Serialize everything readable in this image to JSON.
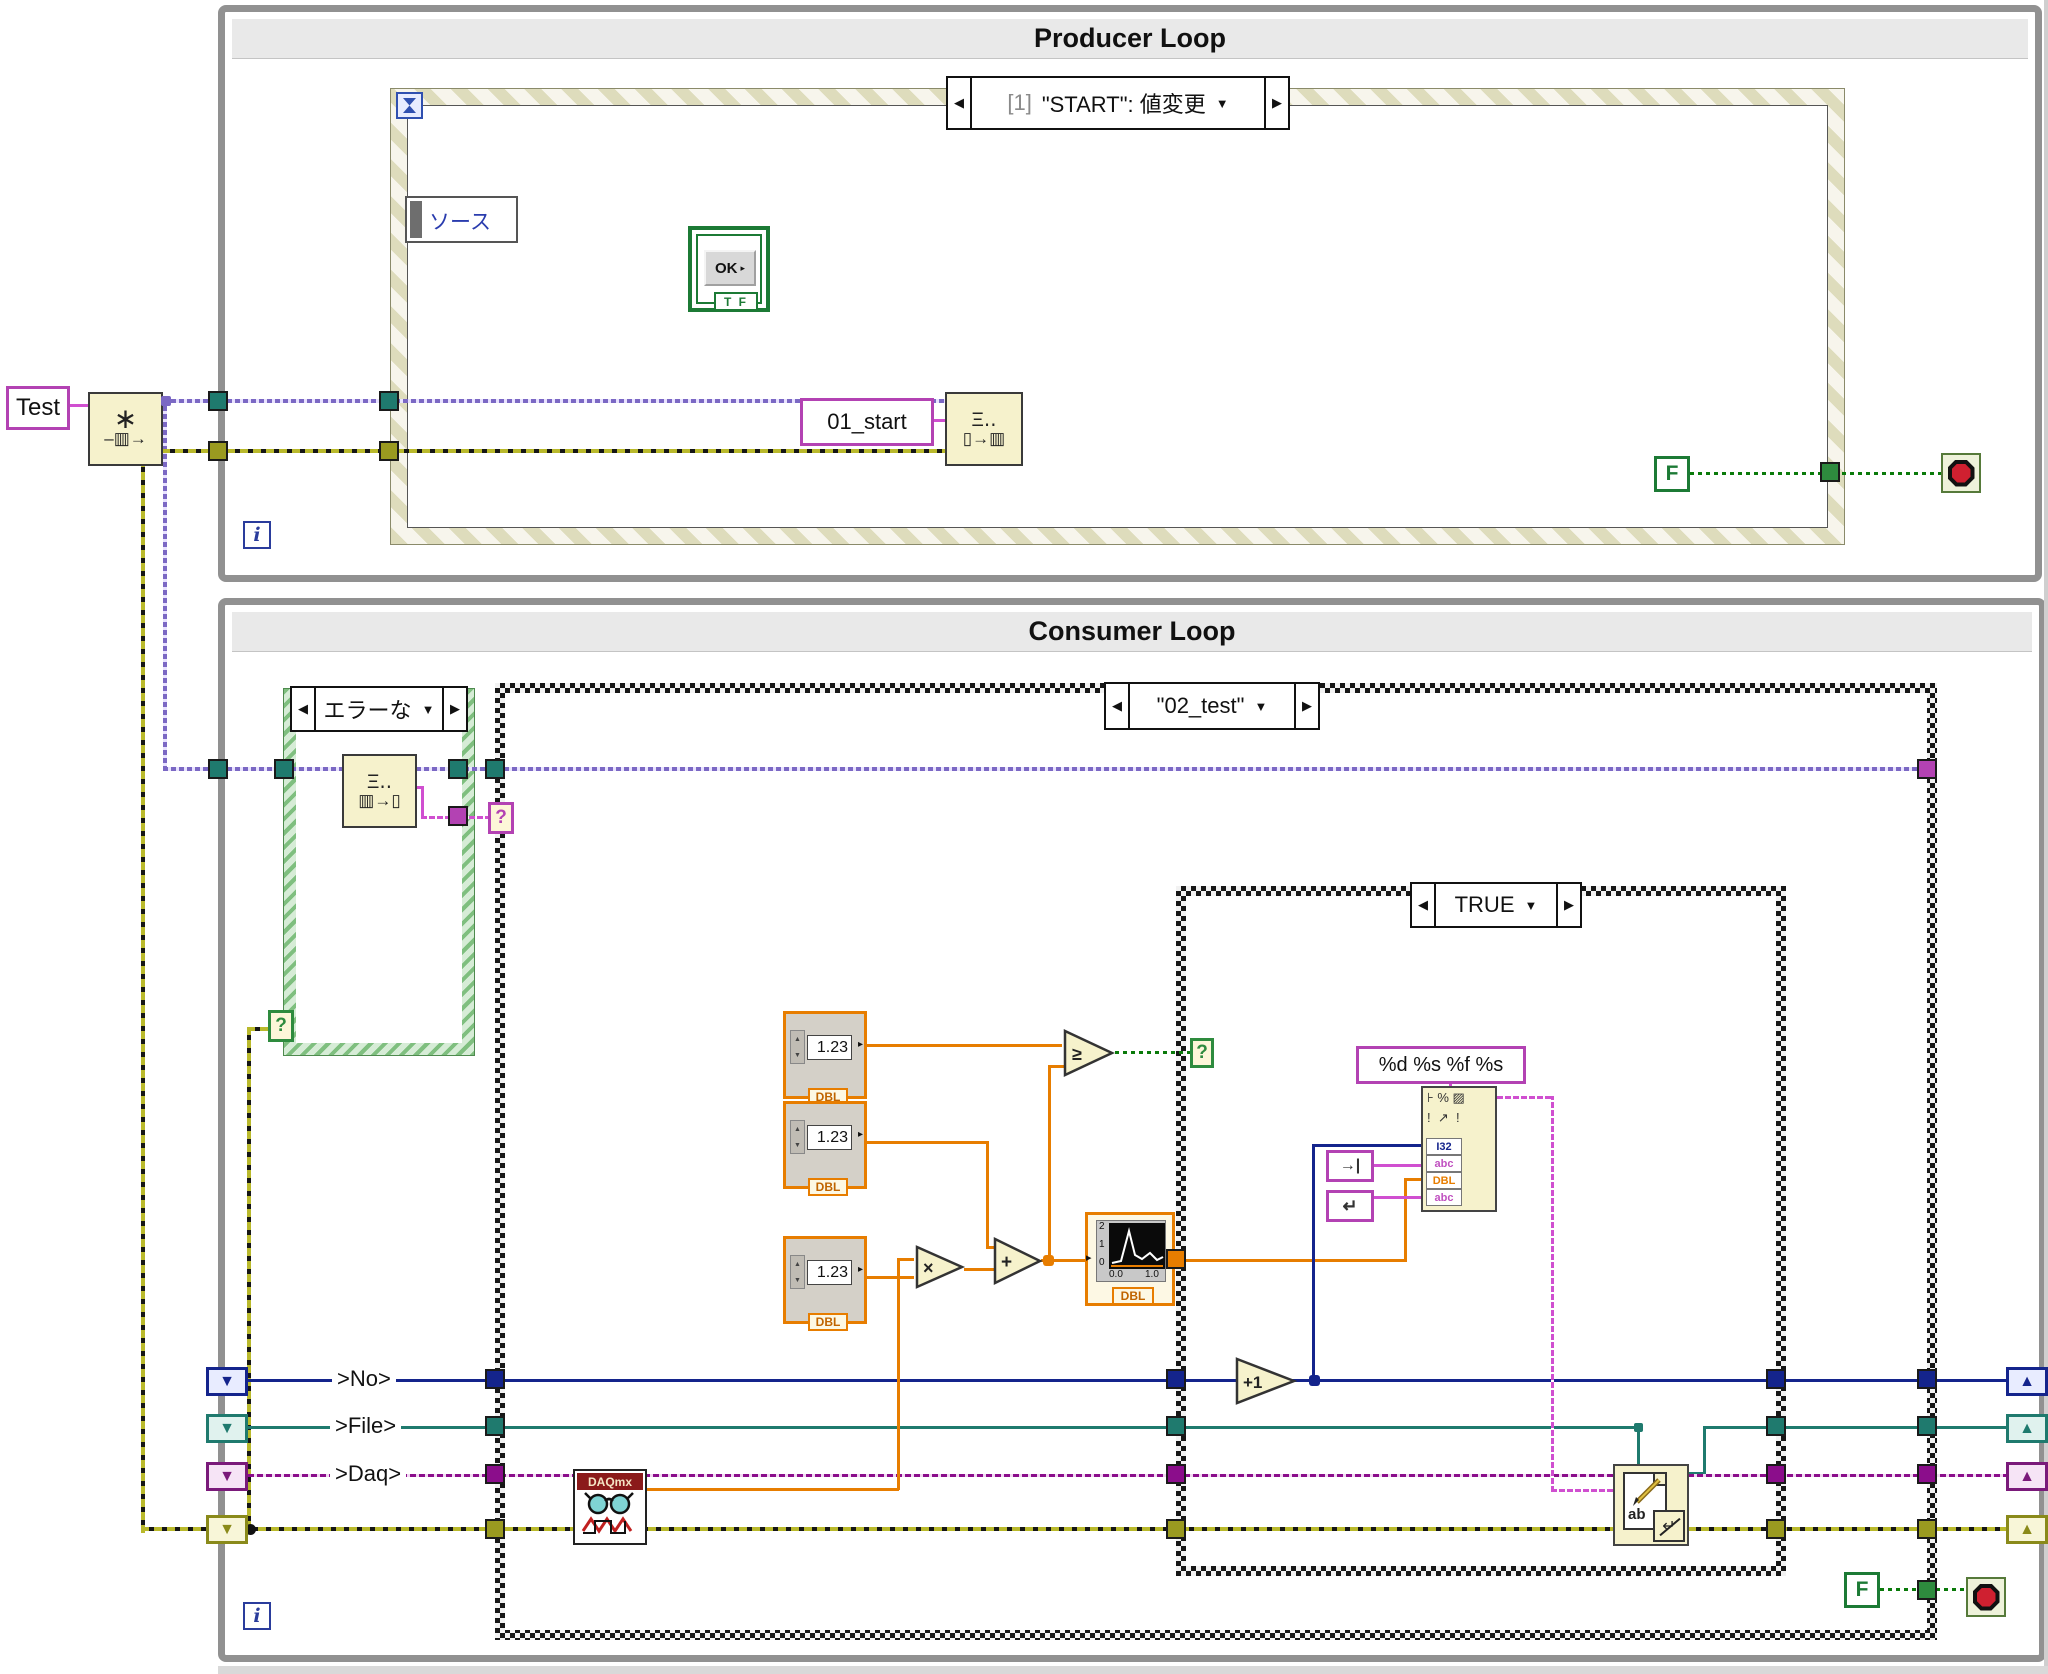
{
  "producer": {
    "title": "Producer Loop",
    "event_case": {
      "prefix": "[1]",
      "label": "\"START\": 値変更"
    },
    "source_node": "ソース",
    "ok_button": {
      "label": "OK",
      "type": "T F"
    },
    "start_message": "01_start",
    "false_const": "F",
    "iteration": "i"
  },
  "consumer": {
    "title": "Consumer Loop",
    "error_case": {
      "label": "エラーな"
    },
    "test_case": {
      "label": "\"02_test\""
    },
    "true_case": {
      "label": "TRUE"
    },
    "wire_labels": {
      "no": ">No>",
      "file": ">File>",
      "daq": ">Daq>"
    },
    "numeric": {
      "value": "1.23",
      "type": "DBL"
    },
    "operators": {
      "ge": "≥",
      "mult": "×",
      "add": "+",
      "inc": "+1"
    },
    "format_node": {
      "format": "%d %s %f %s",
      "icon1": "⊦ % ▨",
      "icon2": "!  ↗  !",
      "terminals": [
        "I32",
        "abc",
        "DBL",
        "abc"
      ]
    },
    "daqmx": {
      "label": "DAQmx"
    },
    "chart": {
      "yticks": [
        "2",
        "1",
        "0"
      ],
      "xticks": [
        "0.0",
        "1.0"
      ],
      "type": "DBL"
    },
    "write_node": {
      "label": "ab"
    },
    "false_const": "F",
    "iteration": "i",
    "selector": "?"
  },
  "queue": {
    "name_const": "Test"
  },
  "icons": {
    "dropdown": "▼",
    "case_left": "◀",
    "case_right": "▶",
    "sr_down": "▼",
    "sr_up": "▲",
    "spin_up": "▲",
    "spin_down": "▼",
    "out_arrow": "▶",
    "in_arrow": "▸",
    "tab_const": "→|",
    "eol_const": "↵",
    "obtain_top": "∗",
    "obtain_bottom": "‒▥→",
    "enqueue_top": "Ξ‥",
    "enqueue_bottom": "▯→▥",
    "dequeue_top": "Ξ‥",
    "dequeue_bottom": "▥→▯"
  },
  "colors": {
    "queue_wire": "#7b68c4",
    "error_wire": "#b9b92c",
    "string_wire": "#d04fd0",
    "task_wire": "#8b0d8b",
    "i32_wire": "#14248c",
    "dbl_wire": "#e77d00",
    "file_wire": "#1f7a6e",
    "bool_wire": "#0a7a0a"
  }
}
